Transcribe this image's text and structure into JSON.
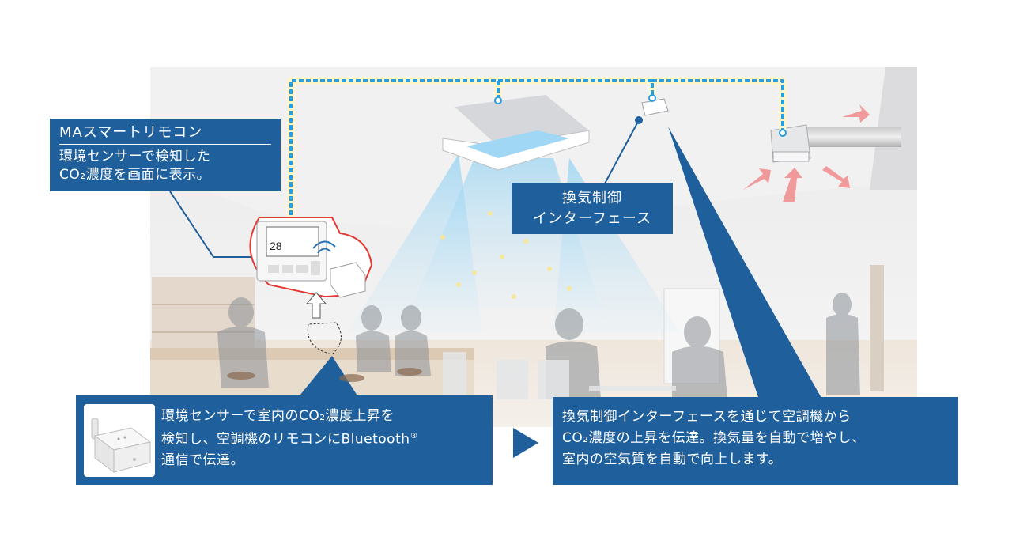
{
  "remote_callout": {
    "title": "MAスマートリモコン",
    "line1": "環境センサーで検知した",
    "line2": "CO₂濃度を画面に表示。"
  },
  "interface_callout": {
    "line1": "換気制御",
    "line2": "インターフェース"
  },
  "sensor_callout": {
    "line1": "環境センサーで室内のCO₂濃度上昇を",
    "line2": "検知し、空調機のリモコンにBluetooth",
    "line2_mark": "®",
    "line3": "通信で伝達。"
  },
  "control_callout": {
    "line1": "換気制御インターフェースを通じて空調機から",
    "line2": "CO₂濃度の上昇を伝達。換気量を自動で増やし、",
    "line3": "室内の空気質を自動で向上します。"
  },
  "remote_display": {
    "temperature": "28"
  },
  "colors": {
    "callout_bg": "#1f5f9c",
    "accent_line": "#2a9fe0",
    "highlight": "#e53935",
    "airflow": "#a8d8f2"
  },
  "icons": [
    "sensor-device-icon",
    "remote-controller-icon",
    "ceiling-ac-unit-icon",
    "ventilator-icon",
    "arrow-right-icon"
  ]
}
